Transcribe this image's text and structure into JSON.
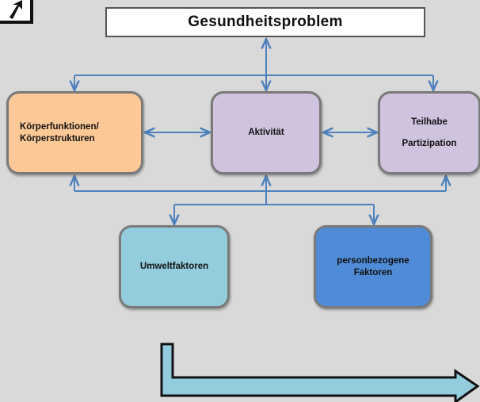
{
  "diagram": {
    "title": "Gesundheitsproblem",
    "nodes": {
      "koerper": {
        "line1": "Körperfunktionen/",
        "line2": "Körperstrukturen",
        "color": "#fbc896"
      },
      "aktivitaet": {
        "label": "Aktivität",
        "color": "#cfc3de"
      },
      "teilhabe": {
        "line1": "Teilhabe",
        "line2": "Partizipation",
        "color": "#cfc3de"
      },
      "umwelt": {
        "label": "Umweltfaktoren",
        "color": "#93cddd"
      },
      "person": {
        "line1": "personbezogene",
        "line2": "Faktoren",
        "color": "#4f8bd6"
      }
    },
    "connector_color": "#4f81bd",
    "bottom_arrow_color": "#93cddd"
  },
  "icons": {
    "corner": "arrow-cursor-icon"
  }
}
